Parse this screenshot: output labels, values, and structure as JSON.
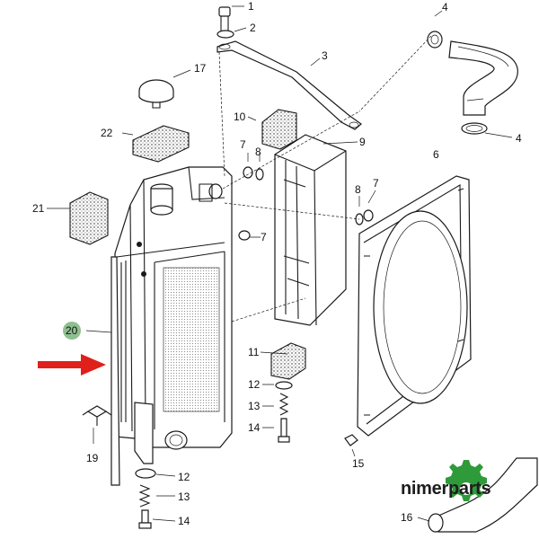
{
  "callouts": {
    "p1": "1",
    "p2": "2",
    "p3": "3",
    "p4a": "4",
    "p4b": "4",
    "p6": "6",
    "p7a": "7",
    "p7b": "7",
    "p7c": "7",
    "p8a": "8",
    "p8b": "8",
    "p9": "9",
    "p10": "10",
    "p11": "11",
    "p12a": "12",
    "p12b": "12",
    "p13a": "13",
    "p13b": "13",
    "p14a": "14",
    "p14b": "14",
    "p15": "15",
    "p16": "16",
    "p17": "17",
    "p19": "19",
    "p20": "20",
    "p21": "21",
    "p22": "22"
  },
  "highlight": {
    "callout_color": "#8fbf8f",
    "arrow_color": "#e0201b"
  },
  "watermark": {
    "text": "nimerparts",
    "color": "#2e9a3a",
    "icon": "gear-icon"
  }
}
